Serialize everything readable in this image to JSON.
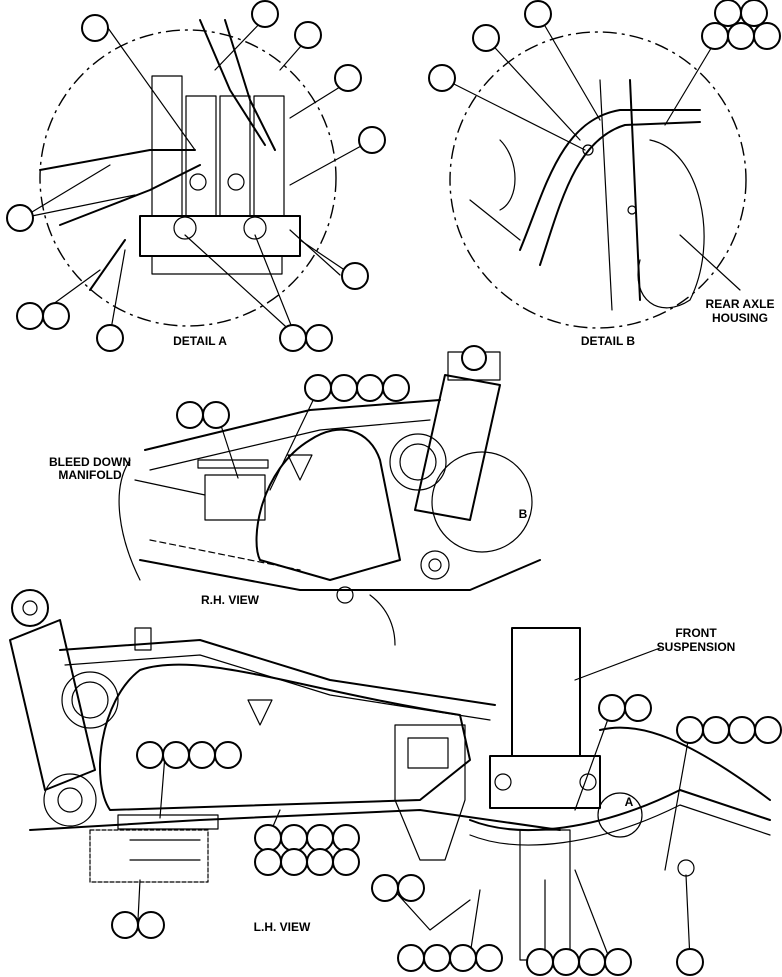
{
  "labels": {
    "detail_a": "DETAIL A",
    "detail_b": "DETAIL B",
    "rear_axle_line1": "REAR AXLE",
    "rear_axle_line2": "HOUSING",
    "bleed_line1": "BLEED DOWN",
    "bleed_line2": "MANIFOLD",
    "rh_view": "R.H. VIEW",
    "lh_view": "L.H. VIEW",
    "front_line1": "FRONT",
    "front_line2": "SUSPENSION",
    "callout_a": "A",
    "callout_b": "B"
  },
  "style": {
    "ink": "#000000",
    "paper": "#ffffff"
  }
}
